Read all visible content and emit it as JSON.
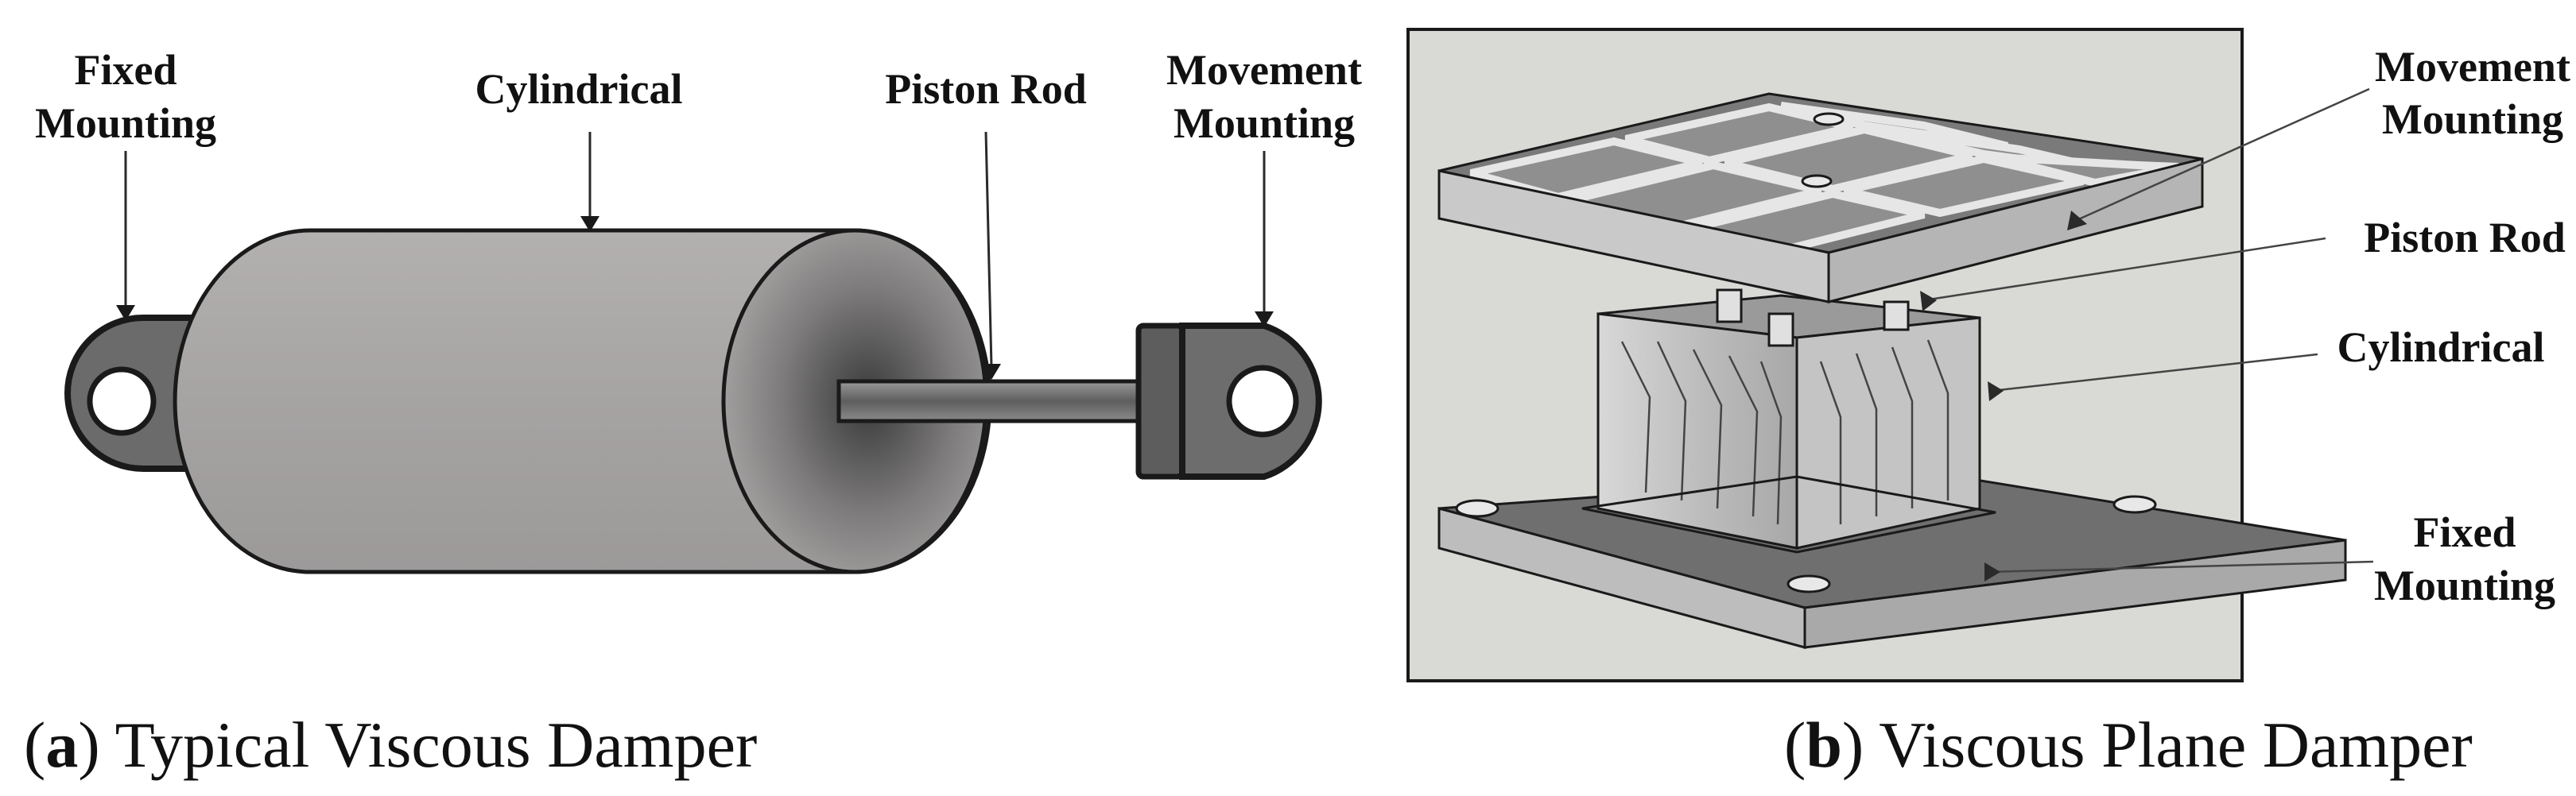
{
  "panel_a": {
    "labels": {
      "fixed_mounting": [
        "Fixed",
        "Mounting"
      ],
      "cylindrical": "Cylindrical",
      "piston_rod": "Piston Rod",
      "movement_mounting": [
        "Movement",
        "Mounting"
      ]
    },
    "caption": {
      "letter": "a",
      "title": "Typical Viscous Damper"
    }
  },
  "panel_b": {
    "labels": {
      "movement_mounting": [
        "Movement",
        "Mounting"
      ],
      "piston_rod": "Piston Rod",
      "cylindrical": "Cylindrical",
      "fixed_mounting": [
        "Fixed",
        "Mounting"
      ]
    },
    "caption": {
      "letter": "b",
      "title": "Viscous Plane Damper"
    }
  },
  "colors": {
    "cylinder_fill": "#a9a6a6",
    "mount_fill": "#6b6b6b",
    "panel_bg": "#d9d9d6",
    "outline": "#1a1a1a"
  }
}
